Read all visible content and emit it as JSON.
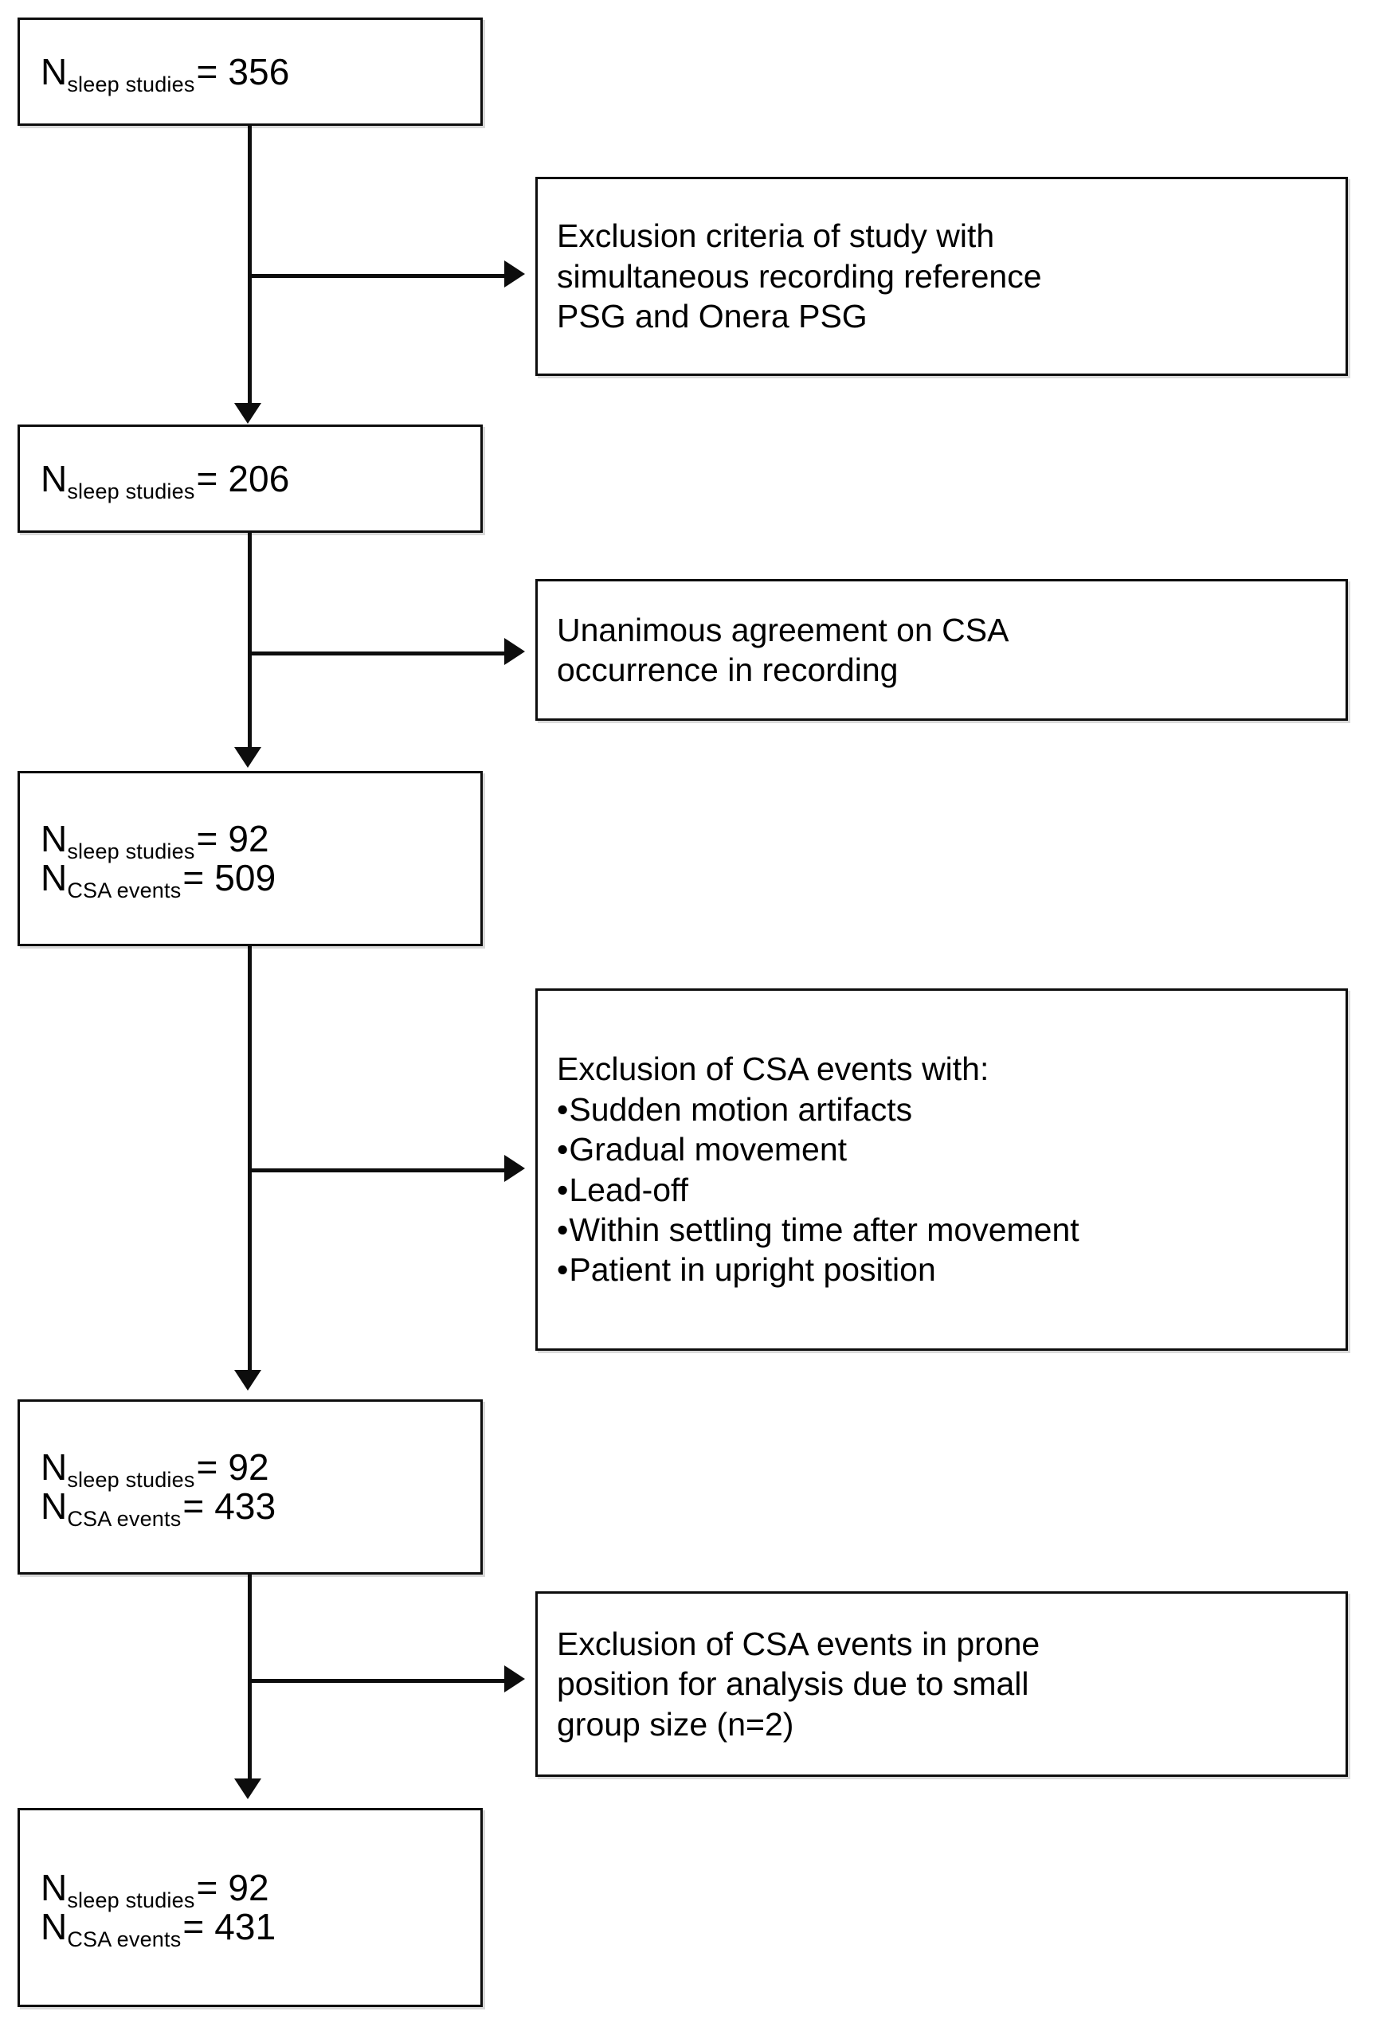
{
  "diagram": {
    "title": "CSA sleep study inclusion/exclusion flowchart",
    "line_color": "#0d0d0d",
    "box_fill": "#ffffff",
    "shadow_color": "#d9d9d9"
  },
  "nodes": {
    "n1": {
      "lines": [
        {
          "symbol": "N",
          "subscript": "sleep studies",
          "equals": "= 356"
        }
      ]
    },
    "n2": {
      "lines": [
        {
          "symbol": "N",
          "subscript": "sleep studies",
          "equals": "= 206"
        }
      ]
    },
    "n3": {
      "lines": [
        {
          "symbol": "N",
          "subscript": "sleep studies",
          "equals": "= 92"
        },
        {
          "symbol": "N",
          "subscript": "CSA events",
          "equals": "= 509"
        }
      ]
    },
    "n4": {
      "lines": [
        {
          "symbol": "N",
          "subscript": "sleep studies",
          "equals": "= 92"
        },
        {
          "symbol": "N",
          "subscript": "CSA events",
          "equals": "= 433"
        }
      ]
    },
    "n5": {
      "lines": [
        {
          "symbol": "N",
          "subscript": "sleep studies",
          "equals": "= 92"
        },
        {
          "symbol": "N",
          "subscript": "CSA events",
          "equals": "= 431"
        }
      ]
    }
  },
  "notes": {
    "note1": {
      "lines": [
        "Exclusion criteria of study with",
        "simultaneous recording reference",
        "PSG and Onera PSG"
      ]
    },
    "note2": {
      "lines": [
        "Unanimous agreement on CSA",
        "occurrence in recording"
      ]
    },
    "note3": {
      "heading": "Exclusion of CSA events with:",
      "bullet_glyph": "•",
      "bullets": [
        "Sudden motion artifacts",
        "Gradual movement",
        "Lead-off",
        "Within settling time after movement",
        "Patient in upright position"
      ]
    },
    "note4": {
      "lines": [
        "Exclusion of CSA events in prone",
        "position for analysis due to small",
        "group size (n=2)"
      ]
    }
  }
}
